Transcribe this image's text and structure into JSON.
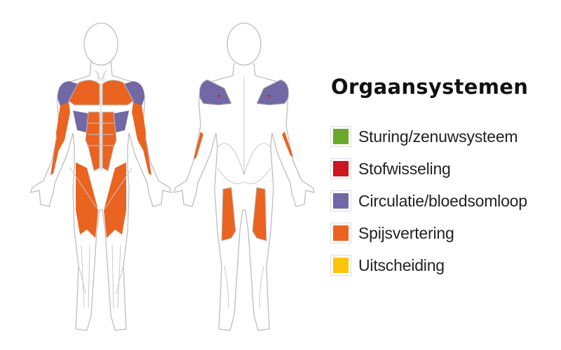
{
  "title": "Orgaansystemen",
  "figures": {
    "front": {
      "view": "front",
      "label": "anterior body muscle diagram"
    },
    "back": {
      "view": "back",
      "label": "posterior body muscle diagram"
    }
  },
  "legend": {
    "items": [
      {
        "label": "Sturing/zenuwsysteem",
        "color": "#6aaa2a"
      },
      {
        "label": "Stofwisseling",
        "color": "#cc1620"
      },
      {
        "label": "Circulatie/bloedsomloop",
        "color": "#7268a6"
      },
      {
        "label": "Spijsvertering",
        "color": "#ea6320"
      },
      {
        "label": "Uitscheiding",
        "color": "#fcc50a"
      }
    ]
  },
  "colors": {
    "outline": "#bdbdbd",
    "orange": "#ea6320",
    "purple": "#7268a6",
    "red": "#cc1620"
  }
}
